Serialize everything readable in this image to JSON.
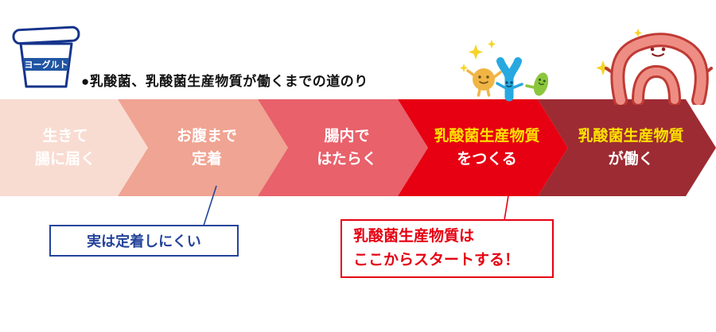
{
  "page": {
    "title": "●乳酸菌、乳酸菌生産物質が働くまでの道のり"
  },
  "yogurt": {
    "label": "ヨーグルト"
  },
  "flow": {
    "steps": [
      {
        "line1": "生きて",
        "line2": "腸に届く",
        "bg": "#f8dcd2",
        "line1_color": "#ffffff",
        "line2_color": "#ffffff"
      },
      {
        "line1": "お腹まで",
        "line2": "定着",
        "bg": "#f0a493",
        "line1_color": "#ffffff",
        "line2_color": "#ffffff"
      },
      {
        "line1": "腸内で",
        "line2": "はたらく",
        "bg": "#e8616b",
        "line1_color": "#ffffff",
        "line2_color": "#ffffff"
      },
      {
        "line1": "乳酸菌生産物質",
        "line2": "をつくる",
        "bg": "#e60012",
        "line1_color": "#ffe100",
        "line2_color": "#ffffff"
      },
      {
        "line1": "乳酸菌生産物質",
        "line2": "が働く",
        "bg": "#9d2b33",
        "line1_color": "#ffe100",
        "line2_color": "#ffffff"
      }
    ]
  },
  "callouts": {
    "settle": {
      "text": "実は定着しにくい",
      "color": "#24449a"
    },
    "start": {
      "line1": "乳酸菌生産物質は",
      "line2": "ここからスタートする！",
      "color": "#e60012"
    }
  },
  "icons": {
    "yogurt_cup": "yogurt-cup",
    "bacteria_characters": "bacteria-characters",
    "intestine_character": "intestine-character",
    "sparkles": "sparkle-stars"
  }
}
